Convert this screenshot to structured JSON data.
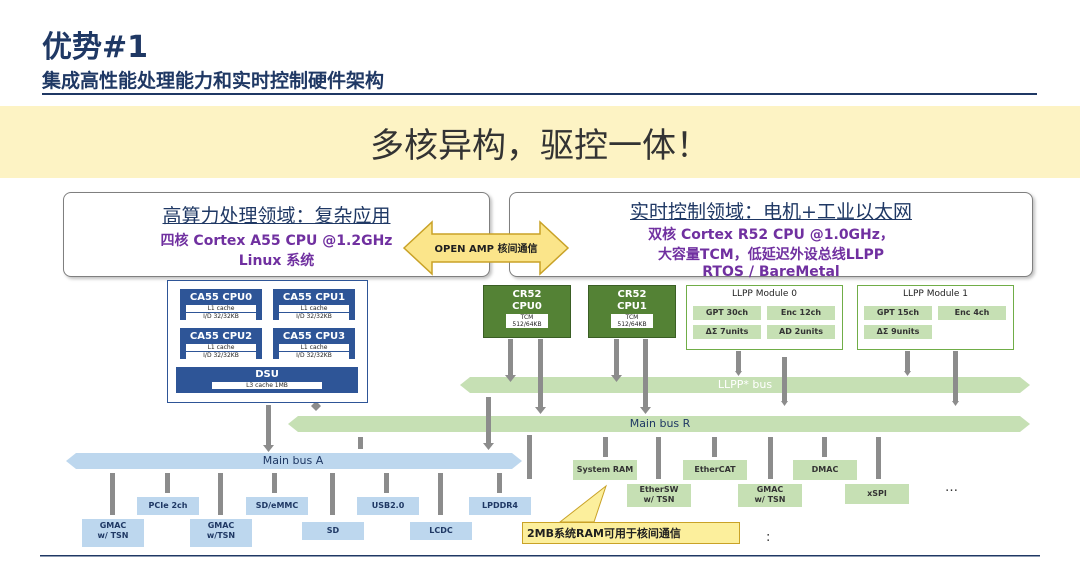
{
  "header": {
    "title": "优势#1",
    "subtitle": "集成高性能处理能力和实时控制硬件架构",
    "slogan": "多核异构，驱控一体！"
  },
  "colors": {
    "title": "#1f3864",
    "slogan_band": "#fdf3c4",
    "cpu_blue": "#2e5597",
    "rt_green": "#548235",
    "bus_blue": "#bdd7ee",
    "bus_green": "#c6e0b4",
    "amp_arrow": "#fbe58a",
    "callout": "#fcef9c"
  },
  "hp_domain": {
    "heading": "高算力处理领域：复杂应用",
    "line1": "四核 Cortex A55 CPU @1.2GHz",
    "line2": "Linux 系统"
  },
  "rt_domain": {
    "heading": "实时控制领域：电机+工业以太网",
    "line1": "双核 Cortex R52 CPU @1.0GHz，",
    "line2": "大容量TCM，低延迟外设总线LLPP",
    "line3": "RTOS / BareMetal"
  },
  "amp_arrow_label": "OPEN AMP 核间通信",
  "a55_cluster": {
    "cpus": [
      {
        "name": "CA55 CPU0",
        "cache1": "L1 cache",
        "cache2": "I/D 32/32KB"
      },
      {
        "name": "CA55 CPU1",
        "cache1": "L1 cache",
        "cache2": "I/D 32/32KB"
      },
      {
        "name": "CA55 CPU2",
        "cache1": "L1 cache",
        "cache2": "I/D 32/32KB"
      },
      {
        "name": "CA55 CPU3",
        "cache1": "L1 cache",
        "cache2": "I/D 32/32KB"
      }
    ],
    "dsu": {
      "name": "DSU",
      "cache": "L3 cache 1MB"
    }
  },
  "r52_cores": [
    {
      "name1": "CR52",
      "name2": "CPU0",
      "tcm1": "TCM",
      "tcm2": "512/64KB"
    },
    {
      "name1": "CR52",
      "name2": "CPU1",
      "tcm1": "TCM",
      "tcm2": "512/64KB"
    }
  ],
  "llpp_modules": [
    {
      "title": "LLPP Module 0",
      "cells": [
        "GPT 30ch",
        "Enc 12ch",
        "ΔΣ 7units",
        "AD 2units"
      ]
    },
    {
      "title": "LLPP Module 1",
      "cells": [
        "GPT 15ch",
        "Enc 4ch",
        "ΔΣ 9units"
      ]
    }
  ],
  "buses": {
    "llpp": "LLPP* bus",
    "main_r": "Main bus R",
    "main_a": "Main bus A"
  },
  "bus_a_peripherals": {
    "upper": [
      "PCIe 2ch",
      "SD/eMMC",
      "USB2.0",
      "LPDDR4"
    ],
    "lower": [
      "GMAC\nw/ TSN",
      "GMAC\nw/TSN",
      "SD",
      "LCDC"
    ]
  },
  "bus_r_peripherals": {
    "upper": [
      "System RAM",
      "EtherCAT",
      "DMAC"
    ],
    "lower": [
      "EtherSW\nw/ TSN",
      "GMAC\nw/ TSN",
      "xSPI"
    ],
    "ellipsis_right": "…",
    "ellipsis_bottom": ":"
  },
  "callout": "2MB系统RAM可用于核间通信"
}
